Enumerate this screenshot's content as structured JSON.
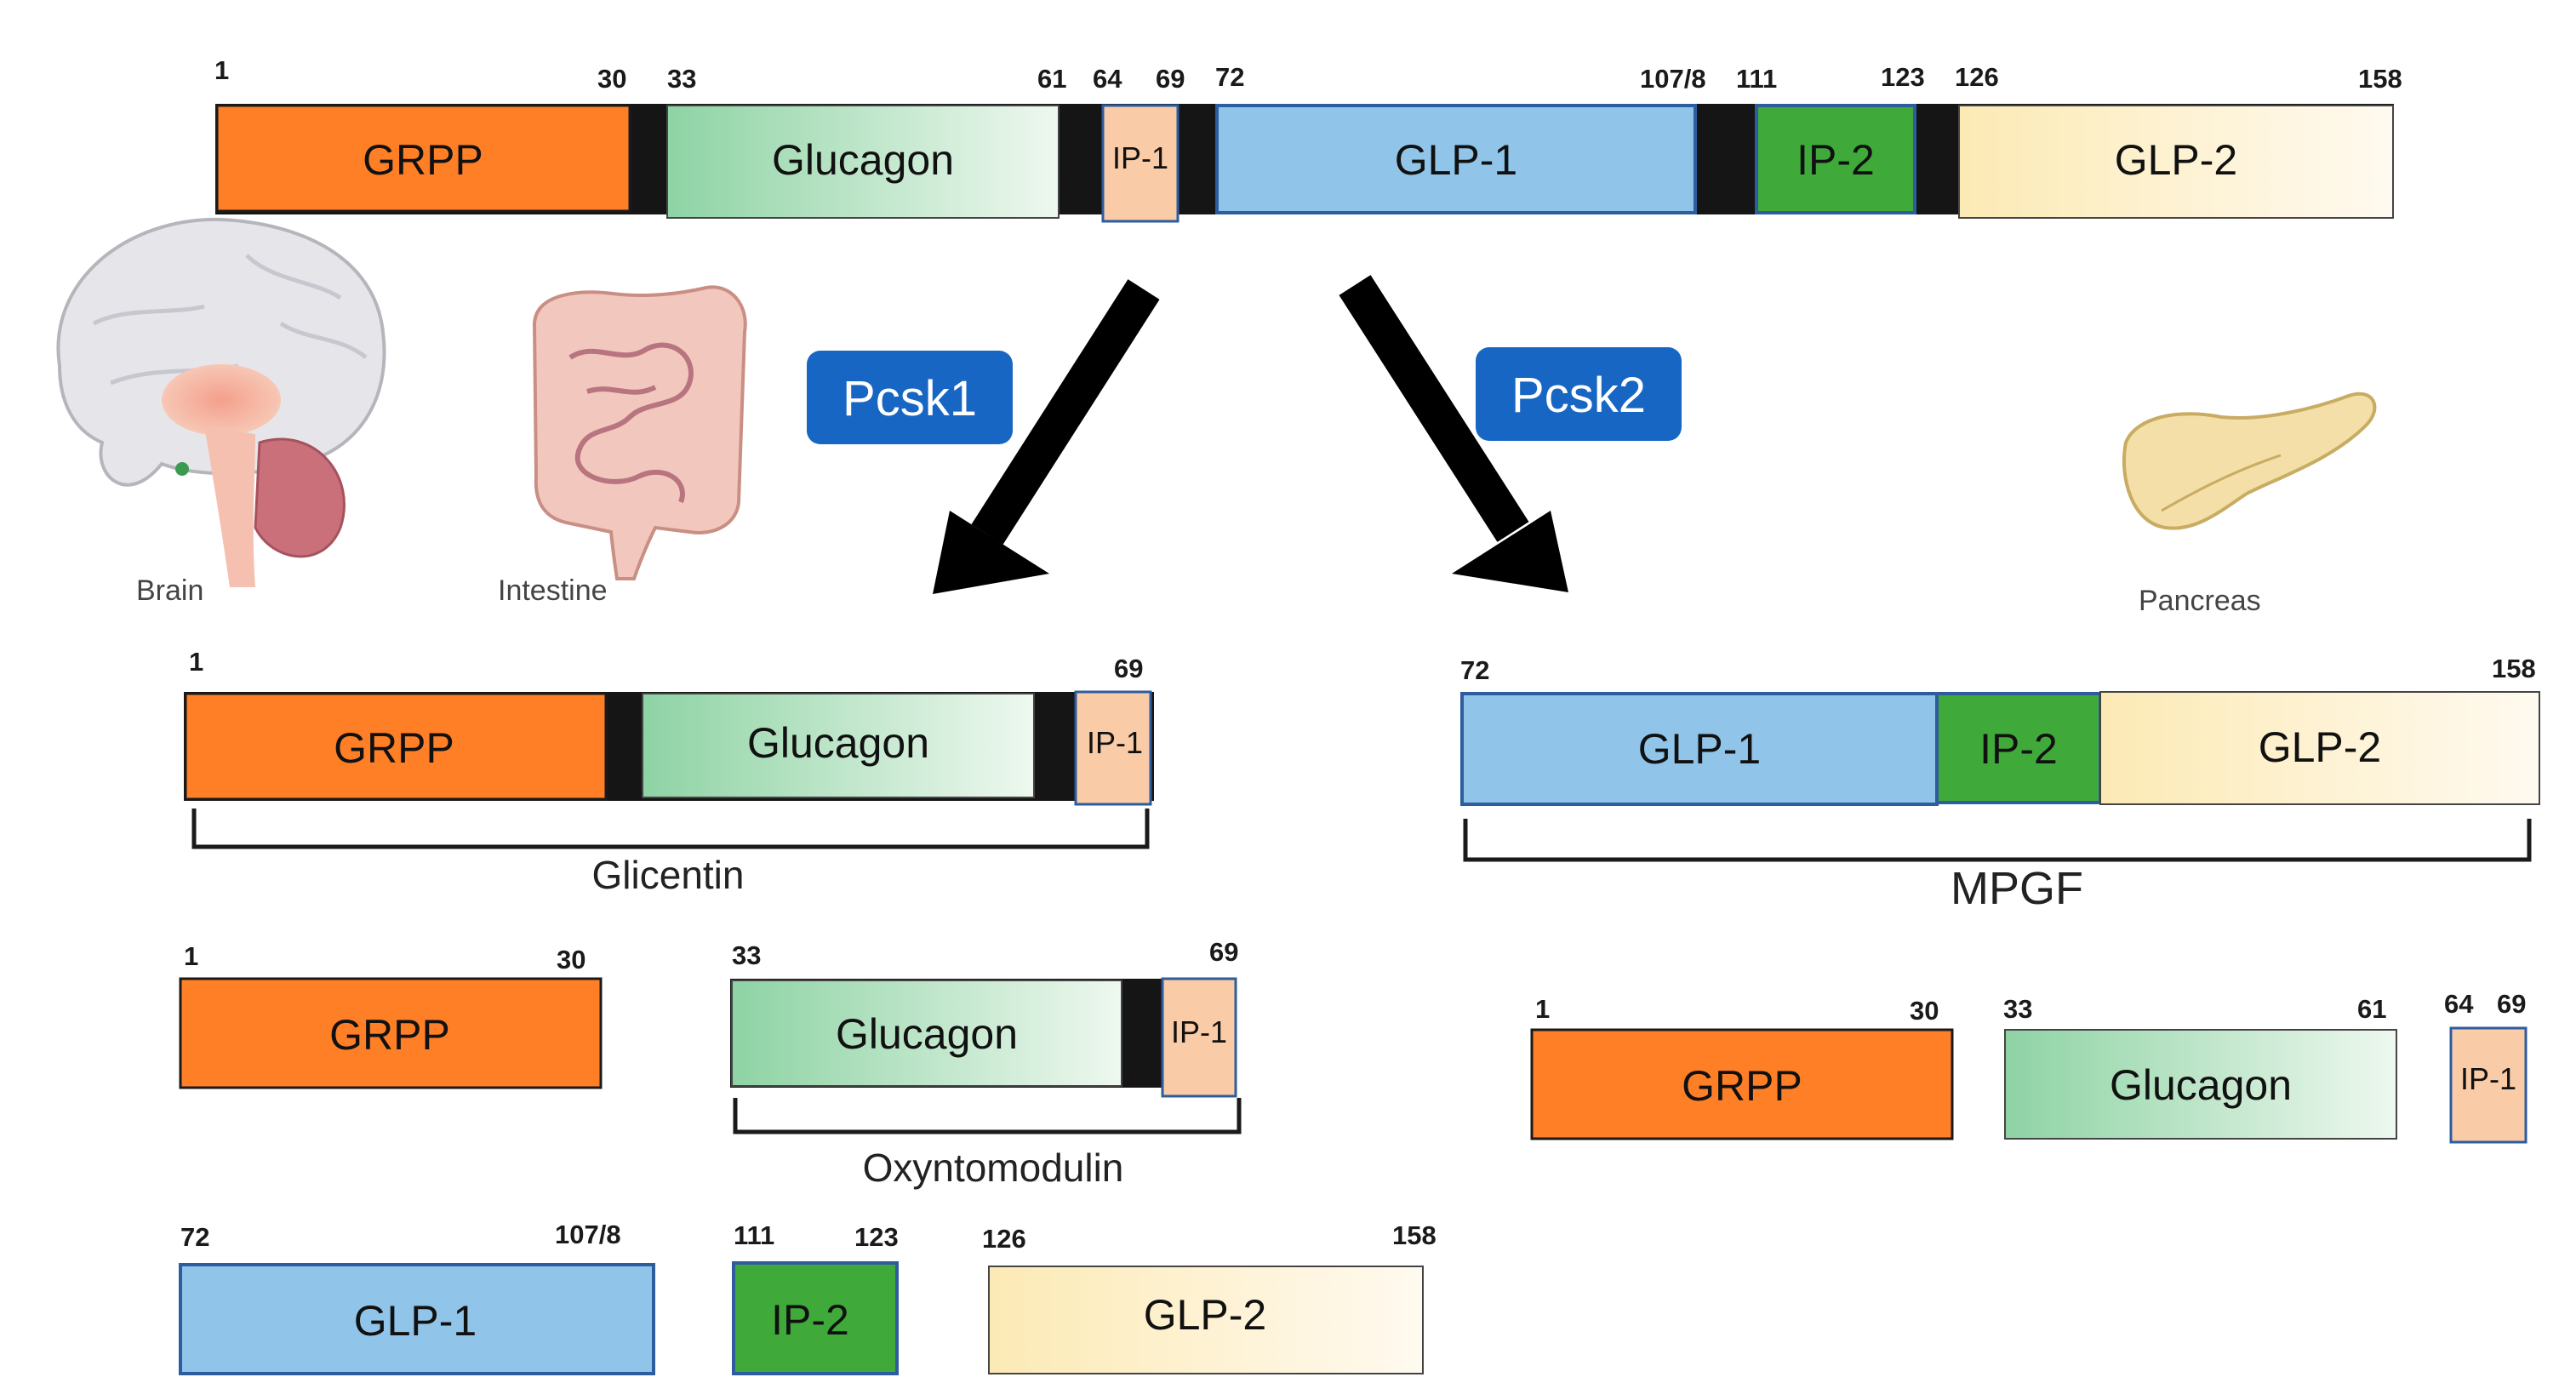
{
  "colors": {
    "grpp": "#FF7F27",
    "glucagon_start": "#8ED3A4",
    "glucagon_end": "#EEF8EF",
    "ip1": "#F9CBA7",
    "glp1": "#90C4E8",
    "ip2": "#3FAA3A",
    "glp2_start": "#FCEAB5",
    "glp2_end": "#FFFAF0",
    "linker": "#151515",
    "enzyme": "#1866C3",
    "outline_blue": "#2D5D9F"
  },
  "proglucagon": {
    "numbers": {
      "n1": "1",
      "n30": "30",
      "n33": "33",
      "n61": "61",
      "n64": "64",
      "n69": "69",
      "n72": "72",
      "n107": "107/8",
      "n111": "111",
      "n123": "123",
      "n126": "126",
      "n158": "158"
    },
    "labels": {
      "grpp": "GRPP",
      "glucagon": "Glucagon",
      "ip1": "IP-1",
      "glp1": "GLP-1",
      "ip2": "IP-2",
      "glp2": "GLP-2"
    }
  },
  "enzymes": {
    "left": "Pcsk1",
    "right": "Pcsk2"
  },
  "organs": {
    "brain": "Brain",
    "intestine": "Intestine",
    "pancreas": "Pancreas"
  },
  "glicentin": {
    "caption": "Glicentin",
    "numbers": {
      "start": "1",
      "end": "69"
    },
    "labels": {
      "grpp": "GRPP",
      "glucagon": "Glucagon",
      "ip1": "IP-1"
    }
  },
  "mpgf": {
    "caption": "MPGF",
    "numbers": {
      "start": "72",
      "end": "158"
    },
    "labels": {
      "glp1": "GLP-1",
      "ip2": "IP-2",
      "glp2": "GLP-2"
    }
  },
  "left_products": {
    "grpp": {
      "label": "GRPP",
      "start": "1",
      "end": "30"
    },
    "oxyntomodulin": {
      "caption": "Oxyntomodulin",
      "start": "33",
      "end": "69",
      "glucagon": "Glucagon",
      "ip1": "IP-1"
    },
    "glp1": {
      "label": "GLP-1",
      "start": "72",
      "end": "107/8"
    },
    "ip2": {
      "label": "IP-2",
      "start": "111",
      "end": "123"
    },
    "glp2": {
      "label": "GLP-2",
      "start": "126",
      "end": "158"
    }
  },
  "right_products": {
    "grpp": {
      "label": "GRPP",
      "start": "1",
      "end": "30"
    },
    "glucagon": {
      "label": "Glucagon",
      "start": "33",
      "end": "61"
    },
    "ip1": {
      "label": "IP-1",
      "start": "64",
      "end": "69"
    }
  }
}
